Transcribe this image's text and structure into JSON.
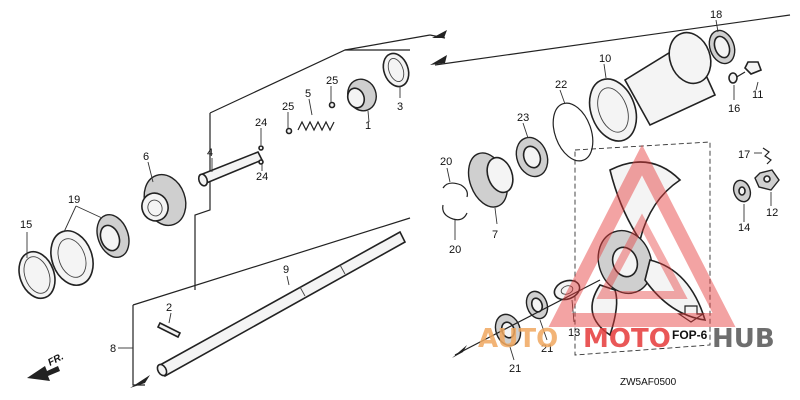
{
  "diagram": {
    "code": "ZW5AF0500",
    "direction_label": "FR.",
    "fop_label": "FOP-6"
  },
  "callouts": [
    {
      "id": "c1",
      "label": "1"
    },
    {
      "id": "c2",
      "label": "2"
    },
    {
      "id": "c3",
      "label": "3"
    },
    {
      "id": "c4",
      "label": "4"
    },
    {
      "id": "c5",
      "label": "5"
    },
    {
      "id": "c6",
      "label": "6"
    },
    {
      "id": "c7",
      "label": "7"
    },
    {
      "id": "c8",
      "label": "8"
    },
    {
      "id": "c9",
      "label": "9"
    },
    {
      "id": "c10",
      "label": "10"
    },
    {
      "id": "c11",
      "label": "11"
    },
    {
      "id": "c12",
      "label": "12"
    },
    {
      "id": "c13",
      "label": "13"
    },
    {
      "id": "c14",
      "label": "14"
    },
    {
      "id": "c15",
      "label": "15"
    },
    {
      "id": "c16",
      "label": "16"
    },
    {
      "id": "c17",
      "label": "17"
    },
    {
      "id": "c18",
      "label": "18"
    },
    {
      "id": "c19",
      "label": "19"
    },
    {
      "id": "c20a",
      "label": "20"
    },
    {
      "id": "c20b",
      "label": "20"
    },
    {
      "id": "c21a",
      "label": "21"
    },
    {
      "id": "c21b",
      "label": "21"
    },
    {
      "id": "c22",
      "label": "22"
    },
    {
      "id": "c23",
      "label": "23"
    },
    {
      "id": "c24a",
      "label": "24"
    },
    {
      "id": "c24b",
      "label": "24"
    },
    {
      "id": "c25a",
      "label": "25"
    },
    {
      "id": "c25b",
      "label": "25"
    }
  ],
  "watermark": {
    "part1": "AUTO",
    "part2": "MOTO",
    "part3": "HUB",
    "color_primary": "#e63a3a",
    "color_secondary": "#f0a860",
    "color_dark": "#555555"
  }
}
